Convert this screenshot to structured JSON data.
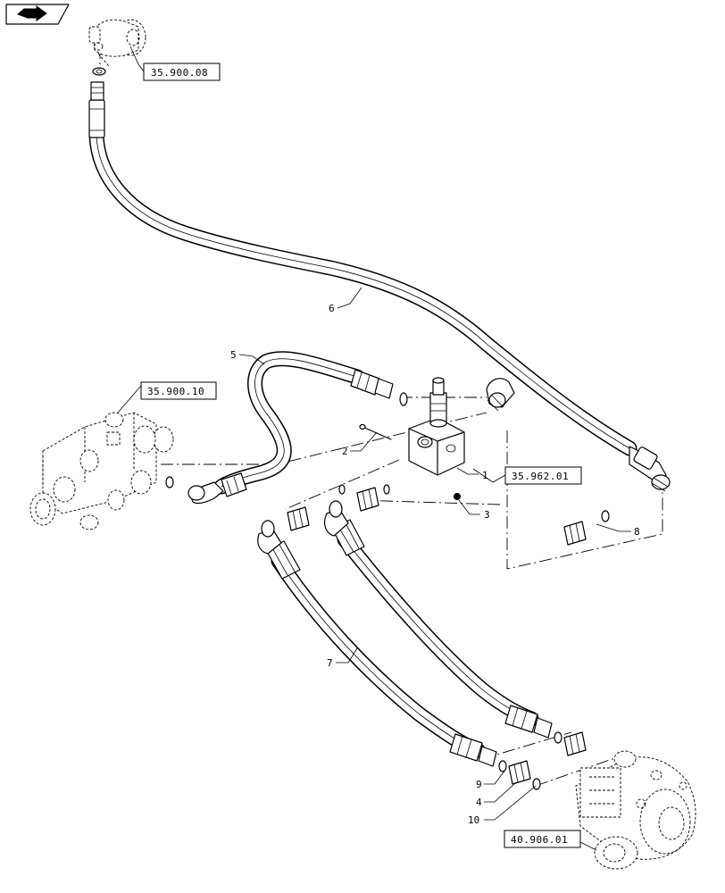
{
  "icons": {
    "nav": "arrow-right-icon"
  },
  "references": [
    {
      "id": "ref-35-900-08",
      "label": "35.900.08"
    },
    {
      "id": "ref-35-900-10",
      "label": "35.900.10"
    },
    {
      "id": "ref-35-962-01",
      "label": "35.962.01"
    },
    {
      "id": "ref-40-906-01",
      "label": "40.906.01"
    }
  ],
  "callouts": [
    {
      "id": "c1",
      "label": "1"
    },
    {
      "id": "c2",
      "label": "2"
    },
    {
      "id": "c3",
      "label": "3"
    },
    {
      "id": "c4",
      "label": "4"
    },
    {
      "id": "c5",
      "label": "5"
    },
    {
      "id": "c6",
      "label": "6"
    },
    {
      "id": "c7",
      "label": "7"
    },
    {
      "id": "c8",
      "label": "8"
    },
    {
      "id": "c9",
      "label": "9"
    },
    {
      "id": "c10",
      "label": "10"
    }
  ]
}
